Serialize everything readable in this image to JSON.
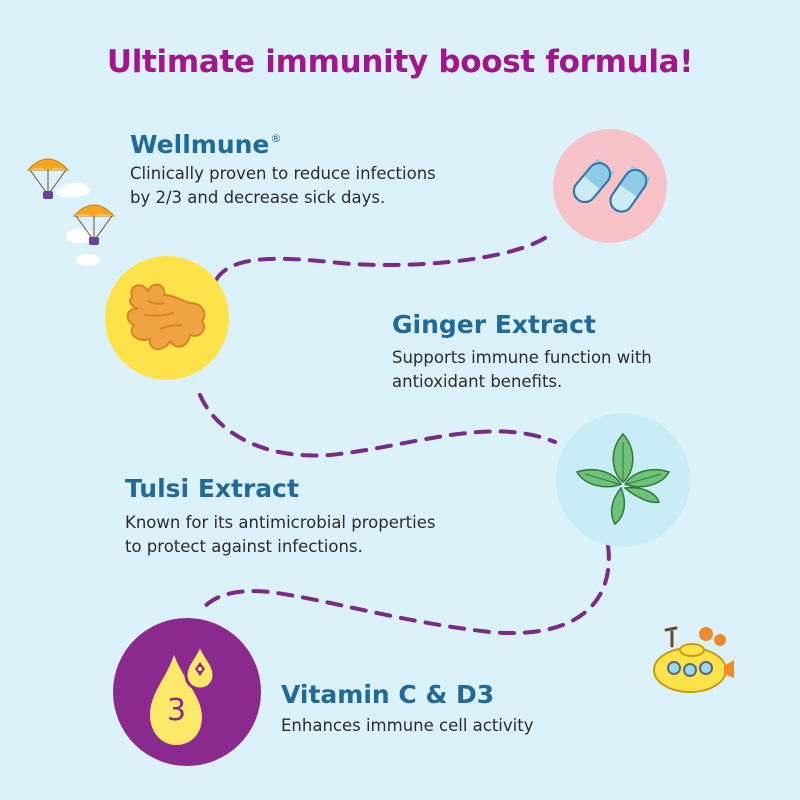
{
  "title": "Ultimate immunity boost formula!",
  "colors": {
    "background": "#dcf2fb",
    "title": "#a3148f",
    "heading": "#1f6a9a",
    "text": "#2c2c2c",
    "path": "#7a2a88",
    "pill_circle": "#f7c3c8",
    "ginger_circle": "#fde24a",
    "mint_circle": "#c9ecf6",
    "vitamin_circle": "#8a2a8f"
  },
  "ingredients": [
    {
      "name": "Wellmune",
      "trademark": "®",
      "desc_lines": [
        "Clinically proven to reduce infections",
        "by 2/3 and decrease sick days."
      ],
      "icon": "capsule-pills-icon"
    },
    {
      "name": "Ginger Extract",
      "desc_lines": [
        "Supports immune function with",
        "antioxidant benefits."
      ],
      "icon": "ginger-root-icon"
    },
    {
      "name": "Tulsi Extract",
      "desc_lines": [
        "Known for its antimicrobial properties",
        "to protect against infections."
      ],
      "icon": "tulsi-leaf-icon"
    },
    {
      "name": "Vitamin C & D3",
      "desc_lines": [
        "Enhances immune cell activity"
      ],
      "icon": "vitamin-drop-icon",
      "icon_label": "3"
    }
  ],
  "decorations": [
    "parachute-icon",
    "parachute-icon",
    "submarine-icon"
  ]
}
